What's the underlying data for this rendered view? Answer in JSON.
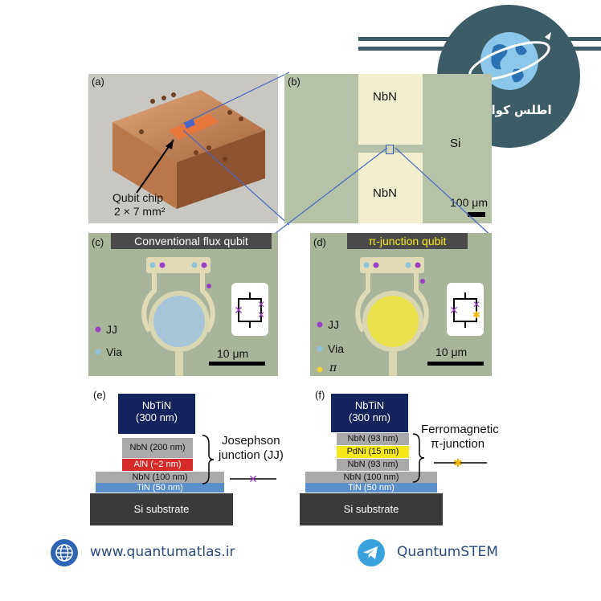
{
  "brand": {
    "name_fa": "اطلس کوانتوم"
  },
  "panels": {
    "a": {
      "label": "(a)",
      "caption_line1": "Qubit chip",
      "caption_line2": "2 × 7 mm²"
    },
    "b": {
      "label": "(b)",
      "top_material": "NbN",
      "bottom_material": "NbN",
      "substrate": "Si",
      "scale": "100 μm"
    },
    "c": {
      "label": "(c)",
      "title": "Conventional flux qubit",
      "legend_jj": "JJ",
      "legend_via": "Via",
      "scale": "10 μm"
    },
    "d": {
      "label": "(d)",
      "title": "π-junction qubit",
      "legend_jj": "JJ",
      "legend_via": "Via",
      "legend_pi": "π",
      "scale": "10 μm"
    },
    "e": {
      "label": "(e)",
      "layer1_line1": "NbTiN",
      "layer1_line2": "(300 nm)",
      "layer2": "NbN (200 nm)",
      "layer3": "AlN (~2 nm)",
      "layer4": "NbN (100 nm)",
      "layer5": "TiN (50 nm)",
      "substrate": "Si substrate",
      "annotation_line1": "Josephson",
      "annotation_line2": "junction (JJ)"
    },
    "f": {
      "label": "(f)",
      "layer1_line1": "NbTiN",
      "layer1_line2": "(300 nm)",
      "layer2": "NbN (93 nm)",
      "layer3": "PdNi (15 nm)",
      "layer4": "NbN (93 nm)",
      "layer5": "NbN (100 nm)",
      "layer6": "TiN (50 nm)",
      "substrate": "Si substrate",
      "annotation_line1": "Ferromagnetic",
      "annotation_line2": "π-junction"
    }
  },
  "footer": {
    "website": "www.quantumatlas.ir",
    "telegram": "QuantumSTEM"
  },
  "icons": {
    "globe": "globe-icon",
    "telegram": "telegram-icon",
    "logo": "quantum-atlas-logo-icon"
  },
  "colors": {
    "brand": "#3d5d66",
    "copper": "#c98a5c",
    "nbn_pad": "#f2efcf",
    "si_bg": "#b5c2a8",
    "jj_marker": "#9b3fc6",
    "via_marker": "#8fc2dc",
    "pi_marker": "#f2d13a",
    "navy_layer": "#13235e",
    "aln_red": "#d72a2a",
    "pdni_yellow": "#f5e81a",
    "tin_blue": "#5b8fcc",
    "substrate": "#3a3a3a"
  }
}
